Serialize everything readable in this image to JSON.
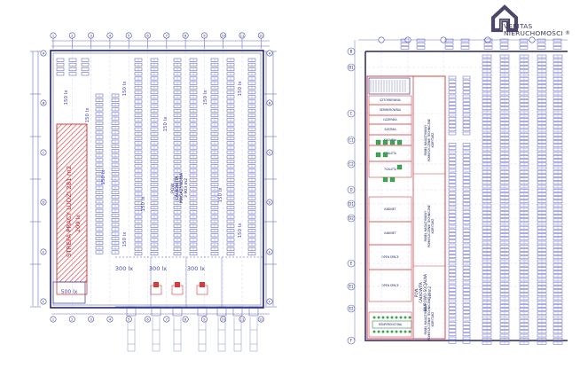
{
  "brand": {
    "name_line1": "VERITAS",
    "name_line2": "NIERUCHOMOŚCI",
    "registered": "®",
    "colors": {
      "mark": "#4b4766",
      "mark_light": "#8e8aa6"
    }
  },
  "colors": {
    "line": "#4a4fb0",
    "dark_line": "#23266e",
    "rack": "#5a5fc4",
    "dim_line": "#6a70c8",
    "hatch": "#e0484a",
    "red_zone": "#d63c3e",
    "red_text": "#c8282b",
    "blue_text": "#3f46b8",
    "office_red": "#cf4448",
    "green": "#3fa553"
  },
  "left_plan": {
    "lux_labels": {
      "aisle": "150 lx",
      "work_zone": "200 lx",
      "dock": "300 lx",
      "office": "500 lx"
    },
    "zone_label": "STREFA PRACY LUDZI 281 m2",
    "area_label": [
      "POW.",
      "CAŁKOWITA",
      "MAGAZYNOWA",
      "3 903 m2"
    ],
    "grid_numbers": [
      "1",
      "2",
      "3",
      "4",
      "5",
      "6",
      "7",
      "8",
      "9",
      "10",
      "11",
      "12"
    ],
    "row_letters": [
      "F",
      "E",
      "D",
      "C",
      "B",
      "A"
    ]
  },
  "right_plan": {
    "grid_letters": [
      "B",
      "B1",
      "C",
      "C1",
      "C2",
      "D",
      "D1",
      "D2",
      "E",
      "E1",
      "E2",
      "F"
    ],
    "rooms": [
      "SZTORBOWNIA",
      "SERWEROWNIA",
      "ŁAZIENKA",
      "SZATNIA",
      "KUCHNIA",
      "TOALETA",
      "TOALETA",
      "KABINET",
      "KABINET",
      "OPEN SPACE",
      "OPEN SPACE",
      "KONFERENCYJNA"
    ],
    "corridor_labels": [
      "PANEL MAGAZYNOWY",
      "POMIESZCZENIE TECHNICZNE",
      "KORYTARZ"
    ],
    "area_label": [
      "POW.",
      "CAŁKOWITA",
      "BIUROWO-SOCJALNA",
      "389m2"
    ]
  }
}
